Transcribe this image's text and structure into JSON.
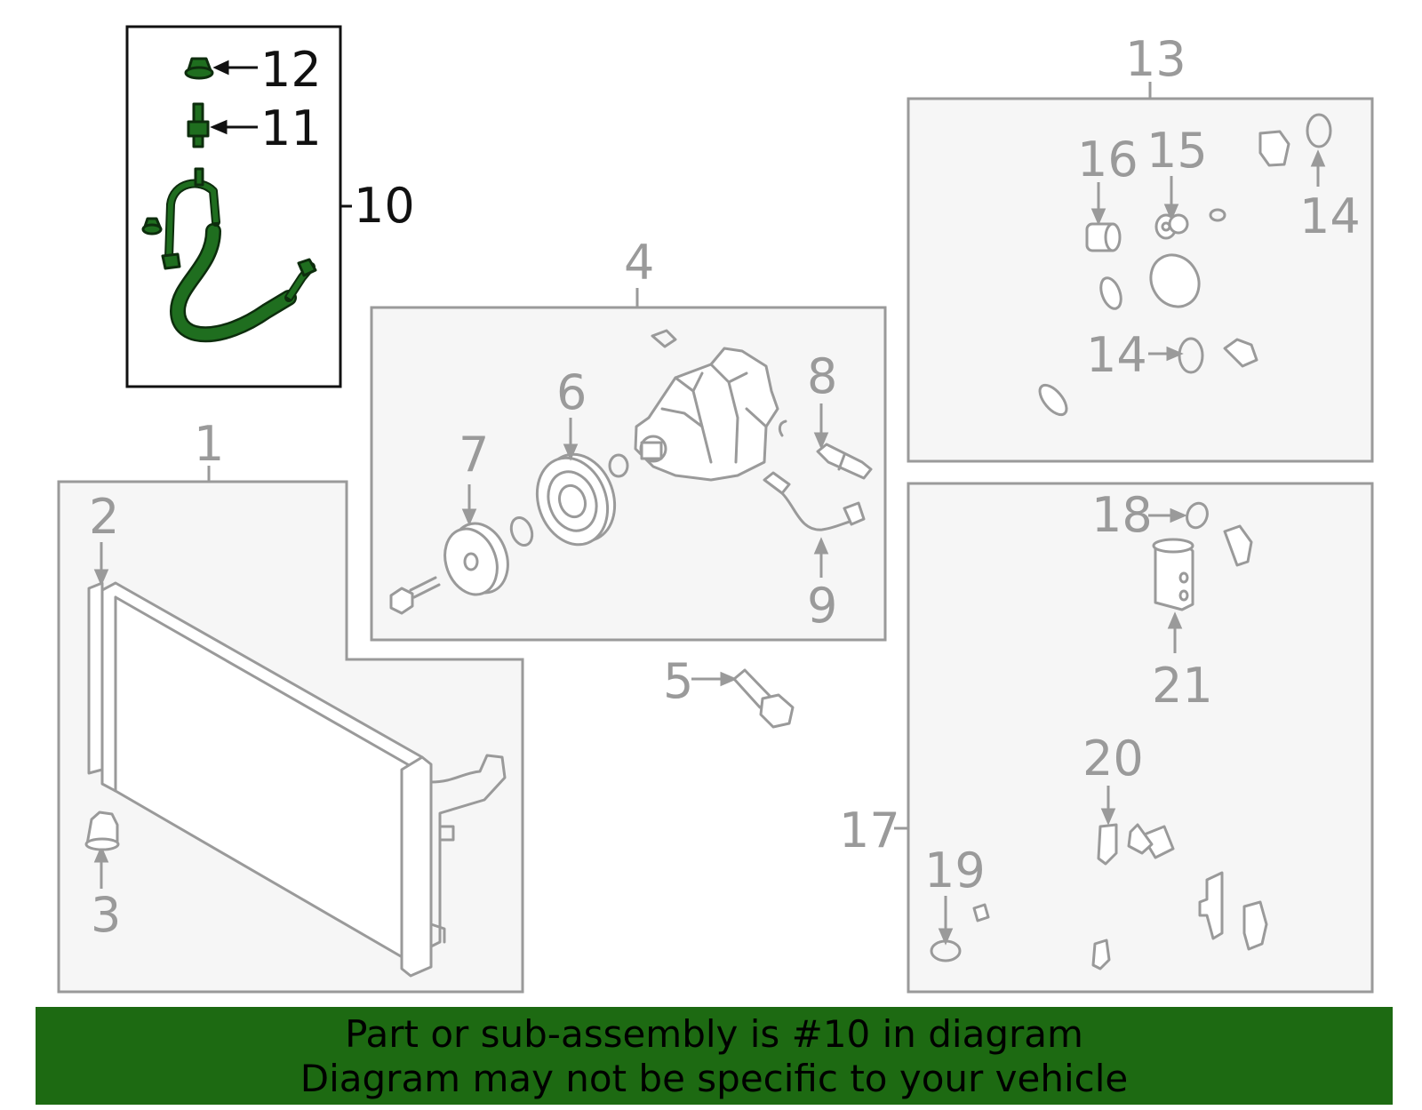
{
  "diagram": {
    "callouts": {
      "c1": "1",
      "c2": "2",
      "c3": "3",
      "c4": "4",
      "c5": "5",
      "c6": "6",
      "c7": "7",
      "c8": "8",
      "c9": "9",
      "c10": "10",
      "c11": "11",
      "c12": "12",
      "c13": "13",
      "c14a": "14",
      "c14b": "14",
      "c15": "15",
      "c16": "16",
      "c17": "17",
      "c18": "18",
      "c19": "19",
      "c20": "20",
      "c21": "21"
    },
    "highlighted_part": "10",
    "colors": {
      "highlight": "#1f6e1f",
      "banner": "#1d6a12",
      "line": "#9a9a9a"
    }
  },
  "banner": {
    "line1": "Part or sub-assembly is #10 in diagram",
    "line2": "Diagram may not be specific to your vehicle"
  }
}
